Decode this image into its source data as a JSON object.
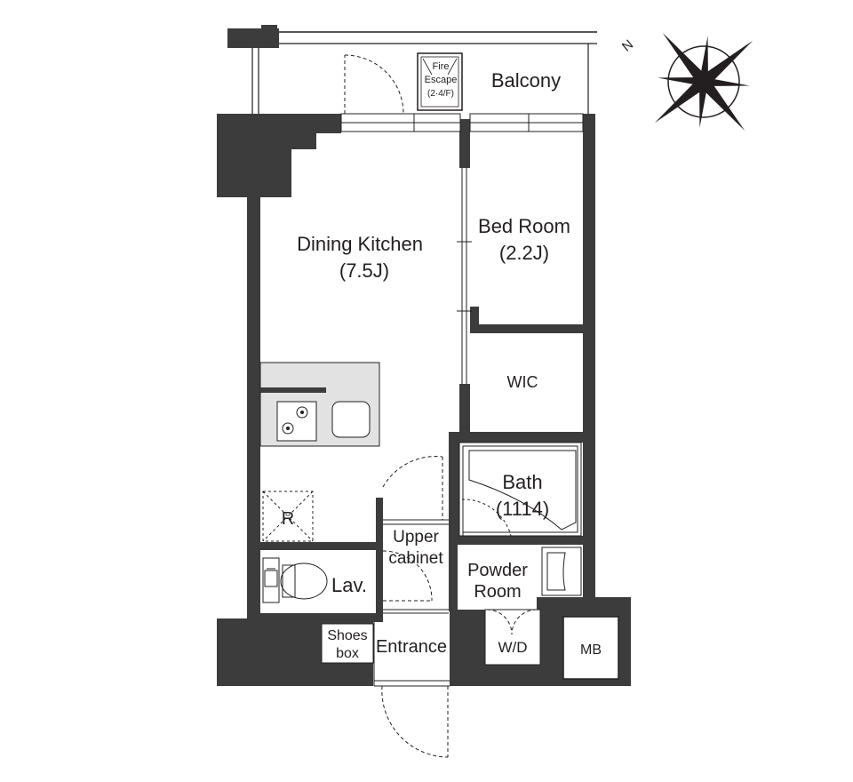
{
  "rooms": {
    "dining_kitchen": {
      "name": "Dining Kitchen",
      "size": "(7.5J)"
    },
    "bed_room": {
      "name": "Bed Room",
      "size": "(2.2J)"
    },
    "wic": {
      "name": "WIC"
    },
    "bath": {
      "name": "Bath",
      "size": "(1114)"
    },
    "powder_room": {
      "line1": "Powder",
      "line2": "Room"
    },
    "lav": {
      "name": "Lav."
    },
    "upper_cabinet": {
      "line1": "Upper",
      "line2": "cabinet"
    },
    "entrance": {
      "name": "Entrance"
    },
    "shoes_box": {
      "line1": "Shoes",
      "line2": "box"
    },
    "washer_dryer": {
      "name": "W/D"
    },
    "meter_box": {
      "name": "MB"
    },
    "refrigerator": {
      "name": "R"
    },
    "balcony": {
      "name": "Balcony"
    },
    "fire_escape": {
      "line1": "Fire",
      "line2": "Escape",
      "line3": "(2·4/F)"
    }
  },
  "compass": {
    "north_label": "N"
  },
  "colors": {
    "wall": "#3c3c3c",
    "line": "#231f20",
    "fixture": "#7a7a7a",
    "counter": "#dcdcdc",
    "background": "#ffffff"
  }
}
